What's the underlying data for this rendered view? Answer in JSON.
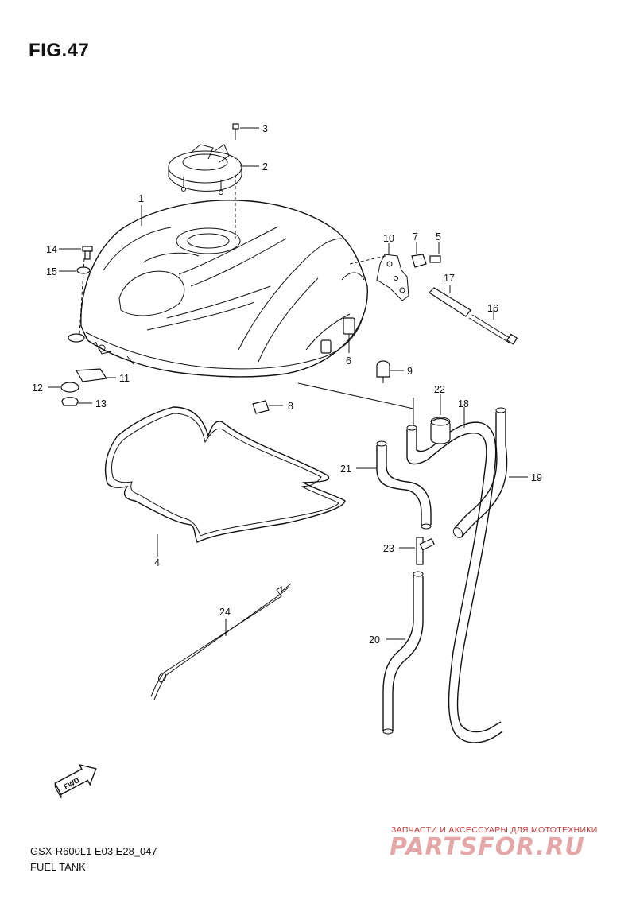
{
  "figure": {
    "title": "FIG.47"
  },
  "footer": {
    "model_code": "GSX-R600L1 E03 E28_047",
    "name": "FUEL TANK"
  },
  "fwd_label": "FWD",
  "watermark": {
    "caption": "ЗАПЧАСТИ И АКСЕССУАРЫ ДЛЯ МОТОТЕХНИКИ",
    "logo": "PARTSFOR.RU"
  },
  "callouts": [
    "1",
    "2",
    "3",
    "4",
    "5",
    "6",
    "7",
    "8",
    "9",
    "10",
    "11",
    "12",
    "13",
    "14",
    "15",
    "16",
    "17",
    "18",
    "19",
    "20",
    "21",
    "22",
    "23",
    "24"
  ]
}
